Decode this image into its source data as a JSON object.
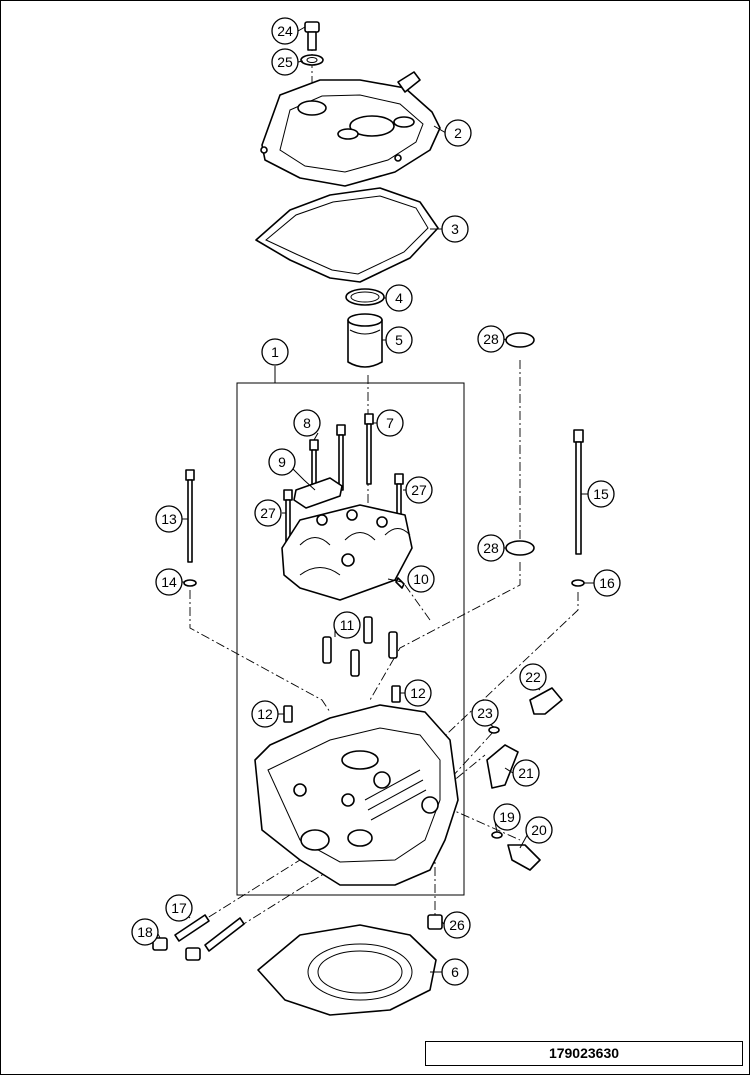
{
  "drawing_number": "179023630",
  "callouts": [
    {
      "id": "c1",
      "label": "1"
    },
    {
      "id": "c2",
      "label": "2"
    },
    {
      "id": "c3",
      "label": "3"
    },
    {
      "id": "c4",
      "label": "4"
    },
    {
      "id": "c5",
      "label": "5"
    },
    {
      "id": "c6",
      "label": "6"
    },
    {
      "id": "c7",
      "label": "7"
    },
    {
      "id": "c8",
      "label": "8"
    },
    {
      "id": "c9",
      "label": "9"
    },
    {
      "id": "c10",
      "label": "10"
    },
    {
      "id": "c11",
      "label": "11"
    },
    {
      "id": "c12a",
      "label": "12"
    },
    {
      "id": "c12b",
      "label": "12"
    },
    {
      "id": "c13",
      "label": "13"
    },
    {
      "id": "c14",
      "label": "14"
    },
    {
      "id": "c15",
      "label": "15"
    },
    {
      "id": "c16",
      "label": "16"
    },
    {
      "id": "c17",
      "label": "17"
    },
    {
      "id": "c18",
      "label": "18"
    },
    {
      "id": "c19",
      "label": "19"
    },
    {
      "id": "c20",
      "label": "20"
    },
    {
      "id": "c21",
      "label": "21"
    },
    {
      "id": "c22",
      "label": "22"
    },
    {
      "id": "c23",
      "label": "23"
    },
    {
      "id": "c24",
      "label": "24"
    },
    {
      "id": "c25",
      "label": "25"
    },
    {
      "id": "c26",
      "label": "26"
    },
    {
      "id": "c27a",
      "label": "27"
    },
    {
      "id": "c27b",
      "label": "27"
    },
    {
      "id": "c28a",
      "label": "28"
    },
    {
      "id": "c28b",
      "label": "28"
    }
  ]
}
